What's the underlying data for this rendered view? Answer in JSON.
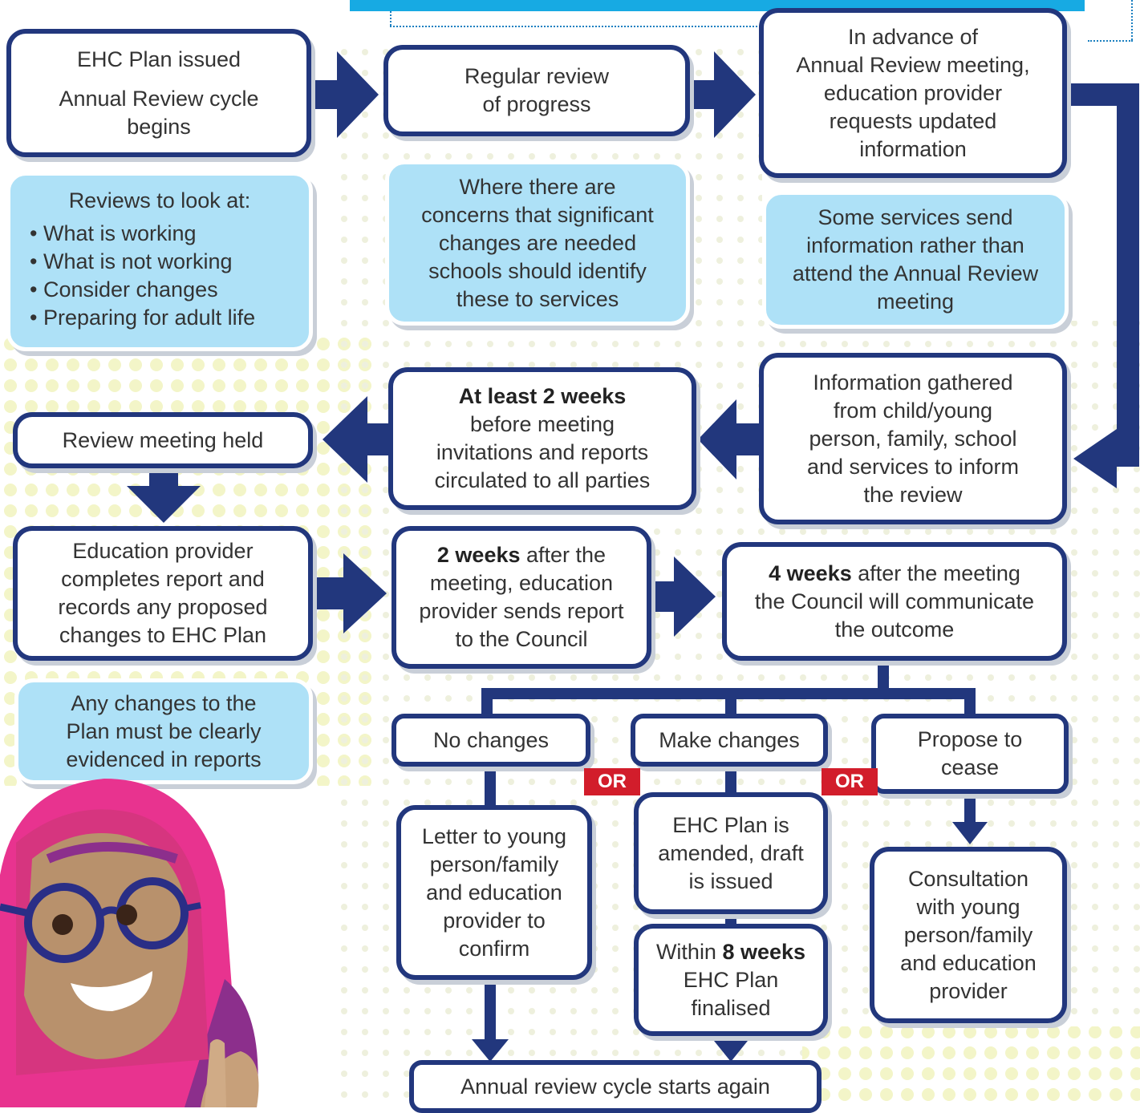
{
  "colors": {
    "navy": "#22377d",
    "note_blue": "#aee1f7",
    "header_blue": "#17aae3",
    "or_red": "#d21d2b",
    "dot": "#f3f5c8"
  },
  "boxes": {
    "ehc_issued": {
      "line1": "EHC Plan issued",
      "line2": "Annual Review cycle",
      "line3": "begins"
    },
    "regular_review": {
      "line1": "Regular review",
      "line2": "of progress"
    },
    "advance": {
      "line1": "In advance of",
      "line2": "Annual Review meeting,",
      "line3": "education provider",
      "line4": "requests updated",
      "line5": "information"
    },
    "info_gathered": {
      "line1": "Information gathered",
      "line2": "from child/young",
      "line3": "person, family, school",
      "line4": "and services to inform",
      "line5": "the review"
    },
    "invitations": {
      "bold": "At least 2 weeks",
      "line1": "before meeting",
      "line2": "invitations and reports",
      "line3": "circulated to all parties"
    },
    "meeting_held": {
      "line1": "Review meeting held"
    },
    "provider_report": {
      "line1": "Education provider",
      "line2": "completes report and",
      "line3": "records any proposed",
      "line4": "changes to EHC Plan"
    },
    "two_weeks_after": {
      "bold": "2 weeks",
      "rest1": " after the",
      "line2": "meeting, education",
      "line3": "provider sends report",
      "line4": "to the Council"
    },
    "four_weeks_after": {
      "bold": "4 weeks",
      "rest1": " after the meeting",
      "line2": "the Council will communicate",
      "line3": "the outcome"
    },
    "no_changes": {
      "line1": "No changes"
    },
    "make_changes": {
      "line1": "Make changes"
    },
    "propose_cease": {
      "line1": "Propose to",
      "line2": "cease"
    },
    "letter": {
      "line1": "Letter to young",
      "line2": "person/family",
      "line3": "and education",
      "line4": "provider to",
      "line5": "confirm"
    },
    "amended": {
      "line1": "EHC Plan is",
      "line2": "amended, draft",
      "line3": "is issued"
    },
    "finalised": {
      "pre": "Within ",
      "bold": "8 weeks",
      "line2": "EHC Plan",
      "line3": "finalised"
    },
    "consultation": {
      "line1": "Consultation",
      "line2": "with young",
      "line3": "person/family",
      "line4": "and education",
      "line5": "provider"
    },
    "restart": {
      "line1": "Annual review cycle starts again"
    }
  },
  "notes": {
    "reviews": {
      "title": "Reviews to look at:",
      "items": [
        "What is working",
        "What is not working",
        "Consider changes",
        "Preparing for adult life"
      ]
    },
    "concerns": {
      "line1": "Where there are",
      "line2": "concerns that significant",
      "line3": "changes are needed",
      "line4": "schools should identify",
      "line5": "these to services"
    },
    "services": {
      "line1": "Some services send",
      "line2": "information rather than",
      "line3": "attend the Annual Review",
      "line4": "meeting"
    },
    "evidence": {
      "line1": "Any changes to the",
      "line2": "Plan must be clearly",
      "line3": "evidenced in reports"
    }
  },
  "or_label": "OR"
}
